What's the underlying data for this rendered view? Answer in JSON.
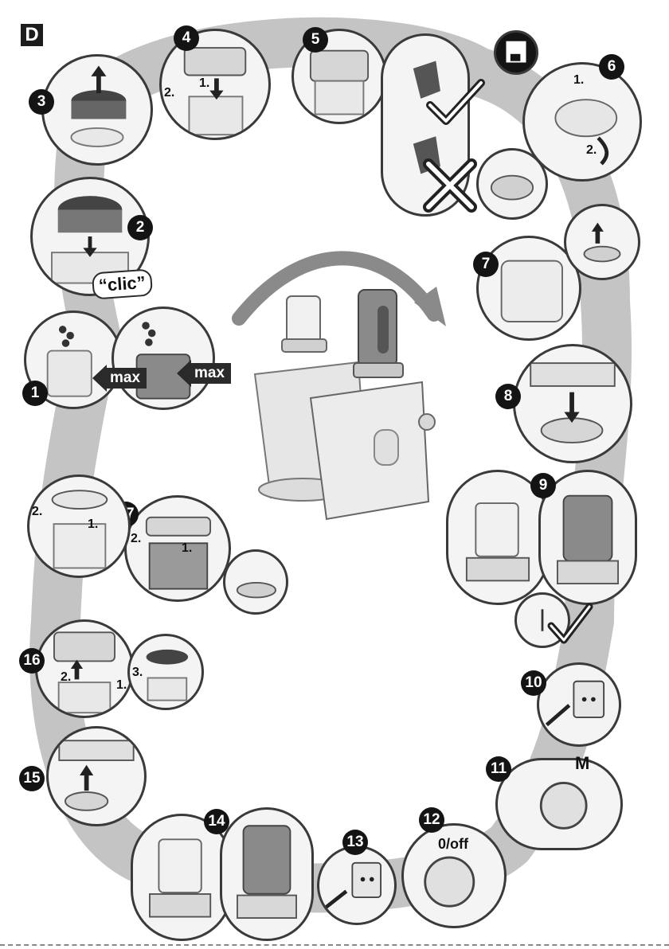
{
  "section": {
    "letter": "D"
  },
  "steps": {
    "s1": {
      "number": "1",
      "labels": [
        "max",
        "max"
      ]
    },
    "s2": {
      "number": "2",
      "sound": "“clic”"
    },
    "s3": {
      "number": "3"
    },
    "s4": {
      "number": "4",
      "order": [
        "1.",
        "2."
      ]
    },
    "s5": {
      "number": "5"
    },
    "s6": {
      "number": "6",
      "order": [
        "1.",
        "2."
      ]
    },
    "s7": {
      "number": "7"
    },
    "s8": {
      "number": "8"
    },
    "s9": {
      "number": "9"
    },
    "s10": {
      "number": "10"
    },
    "s11": {
      "number": "11",
      "setting": "M"
    },
    "s12": {
      "number": "12",
      "setting": "0/off"
    },
    "s13": {
      "number": "13"
    },
    "s14": {
      "number": "14"
    },
    "s15": {
      "number": "15"
    },
    "s16": {
      "number": "16",
      "order": [
        "1.",
        "2.",
        "3."
      ]
    },
    "s17": {
      "number": "17",
      "order": [
        "1.",
        "2."
      ]
    },
    "s18": {
      "order": [
        "1.",
        "2."
      ]
    }
  },
  "icons": {
    "check": "checkmark-icon",
    "cross": "cross-icon",
    "plug": "power-plug-icon",
    "socket": "wall-socket-icon",
    "machine": "coffee-machine-icon"
  },
  "colors": {
    "ink": "#141414",
    "path_gray": "#c4c4c4",
    "panel_fill": "#f4f4f4"
  }
}
